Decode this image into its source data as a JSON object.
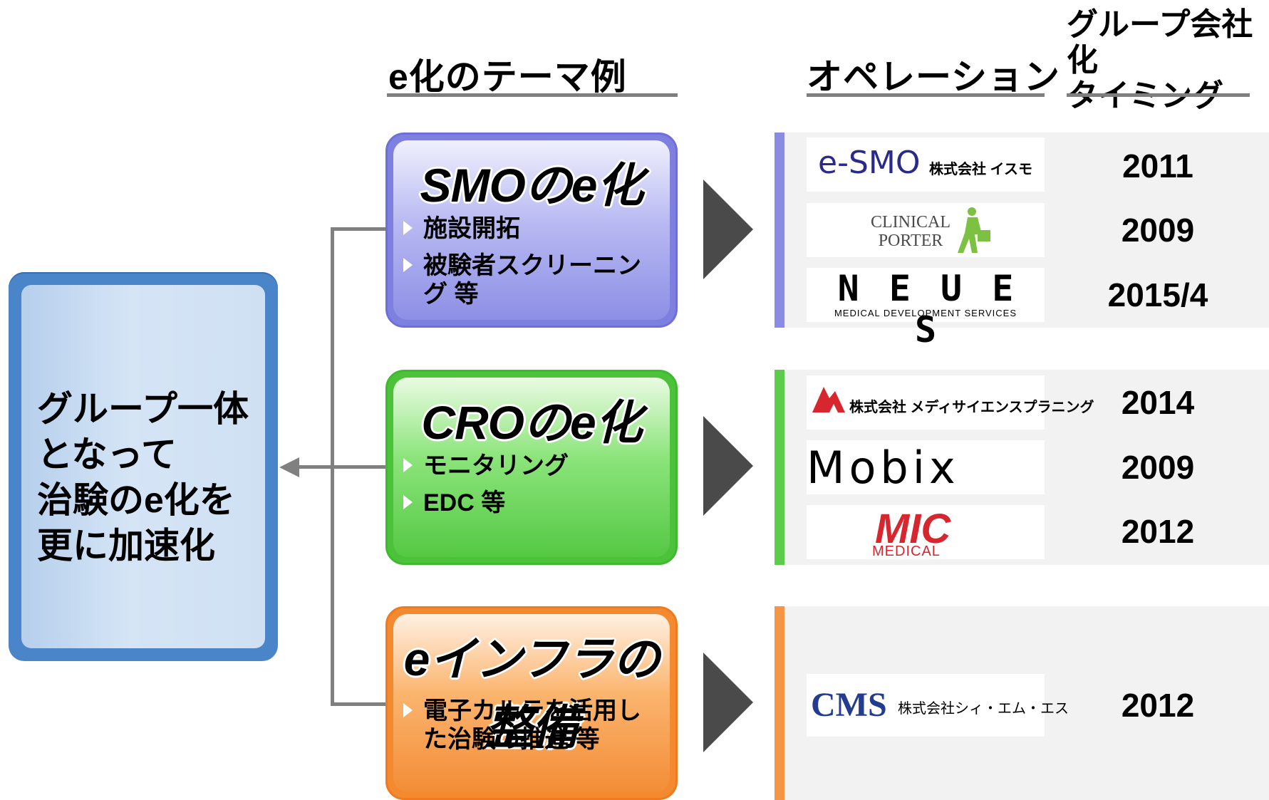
{
  "headers": {
    "themes": "e化のテーマ例",
    "operation": "オペレーション",
    "timing_line1": "グループ会社化",
    "timing_line2": "タイミング"
  },
  "summary": {
    "lines": [
      "グループ一体",
      "となって",
      "治験のe化を",
      "更に加速化"
    ]
  },
  "themes": [
    {
      "title": "SMOのe化",
      "bullets": [
        "施設開拓",
        "被験者スクリーニング 等"
      ],
      "color": "#7e80e0"
    },
    {
      "title": "CROのe化",
      "bullets": [
        "モニタリング",
        "EDC 等"
      ],
      "color": "#4cc23a"
    },
    {
      "title": "eインフラの整備",
      "bullets": [
        "電子カルテを活用した治験の推進 等"
      ],
      "color": "#f38a30"
    }
  ],
  "operations": [
    {
      "companies": [
        {
          "logo_text": "e-SMO",
          "sub_text": "株式会社 イスモ",
          "year": "2011"
        },
        {
          "logo_text": "CLINICAL PORTER",
          "sub_text": "",
          "year": "2009"
        },
        {
          "logo_text": "N E U E S",
          "sub_text": "MEDICAL DEVELOPMENT SERVICES",
          "year": "2015/4"
        }
      ]
    },
    {
      "companies": [
        {
          "logo_text": "株式会社 メディサイエンスプラニング",
          "sub_text": "",
          "year": "2014"
        },
        {
          "logo_text": "Mobix",
          "sub_text": "",
          "year": "2009"
        },
        {
          "logo_text": "MIC",
          "sub_text": "MEDICAL",
          "year": "2012"
        }
      ]
    },
    {
      "companies": [
        {
          "logo_text": "CMS",
          "sub_text": "株式会社シィ・エム・エス",
          "year": "2012"
        }
      ]
    }
  ]
}
